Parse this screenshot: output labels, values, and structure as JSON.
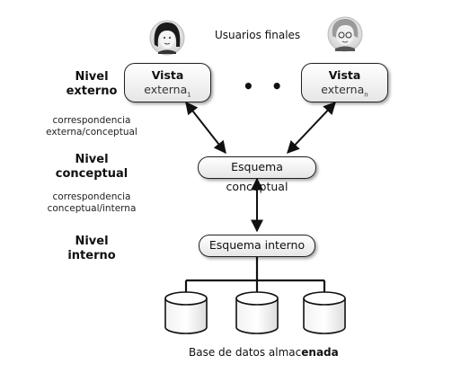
{
  "users_label": "Usuarios finales",
  "levels": {
    "external": [
      "Nivel",
      "externo"
    ],
    "conceptual": [
      "Nivel",
      "conceptual"
    ],
    "internal": [
      "Nivel",
      "interno"
    ]
  },
  "mappings": {
    "external_conceptual": [
      "correspondencia",
      "externa/conceptual"
    ],
    "conceptual_internal": [
      "correspondencia",
      "conceptual/interna"
    ]
  },
  "views": [
    {
      "title": "Vista",
      "sub": "externa",
      "subscript": "1"
    },
    {
      "title": "Vista",
      "sub": "externa",
      "subscript": "n"
    }
  ],
  "ellipsis": "• • •",
  "conceptual_schema": "Esquema conceptual",
  "internal_schema": "Esquema interno",
  "footer": {
    "prefix": "Base de datos almac",
    "bold": "enada"
  }
}
